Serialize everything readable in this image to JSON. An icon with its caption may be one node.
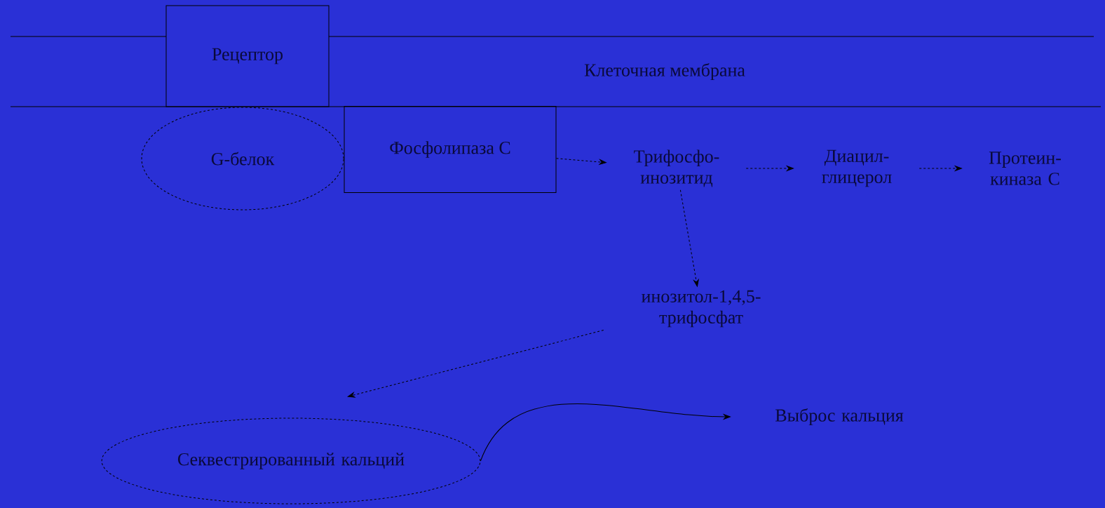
{
  "diagram": {
    "nodes": [
      {
        "text": [
          "Рецептор"
        ]
      },
      {
        "text": [
          "G-белок"
        ]
      },
      {
        "text": [
          "Фосфолипаза С"
        ]
      },
      {
        "text": [
          "Трифосфо- инозитид"
        ]
      },
      {
        "text": [
          "Диацил- глицерол"
        ]
      },
      {
        "text": [
          "Протеин- киназа С"
        ]
      },
      {
        "text": [
          "инозитол-1,4,5- трифосфат"
        ]
      },
      {
        "text": [
          "Секвестрированный кальций"
        ]
      },
      {
        "text": [
          "Выброс кальция"
        ]
      }
    ],
    "edges": [
      {
        "from": 2,
        "to": 3,
        "arrow": "to",
        "style": "dashed"
      },
      {
        "from": 3,
        "to": 4,
        "arrow": "to",
        "style": "dashed"
      },
      {
        "from": 4,
        "to": 5,
        "arrow": "to",
        "style": "dashed"
      },
      {
        "from": 3,
        "to": 6,
        "arrow": "to",
        "style": "dashed"
      },
      {
        "from": 6,
        "to": 7,
        "arrow": "to",
        "style": "dashed"
      },
      {
        "from": 7,
        "to": 8,
        "arrow": "to"
      }
    ],
    "labels": [
      "Клеточная мембрана"
    ]
  }
}
